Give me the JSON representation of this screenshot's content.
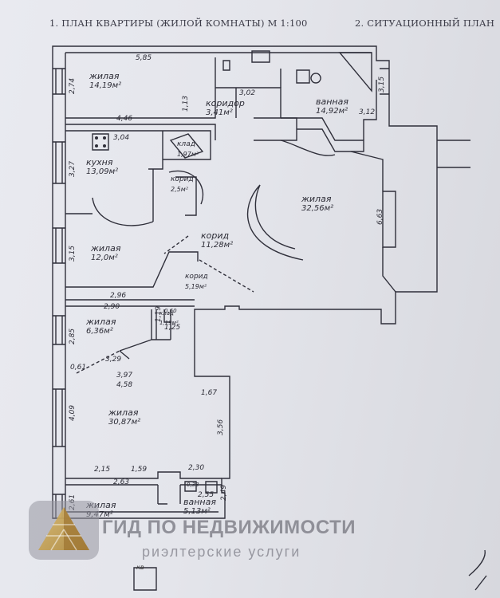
{
  "header": {
    "left": "1. ПЛАН КВАРТИРЫ (ЖИЛОЙ КОМНАТЫ) М 1:100",
    "right": "2. СИТУАЦИОННЫЙ ПЛАН"
  },
  "rooms": [
    {
      "name": "жилая",
      "area": "14,19м²"
    },
    {
      "name": "коридор",
      "area": "3,41м²"
    },
    {
      "name": "ванная",
      "area": "14,92м²"
    },
    {
      "name": "кухня",
      "area": "13,09м²"
    },
    {
      "name": "клад",
      "area": "1,97м²"
    },
    {
      "name": "корид",
      "area": "2,5м²"
    },
    {
      "name": "жилая",
      "area": "32,56м²"
    },
    {
      "name": "корид",
      "area": "11,28м²"
    },
    {
      "name": "жилая",
      "area": "12,0м²"
    },
    {
      "name": "корид",
      "area": "5,19м²"
    },
    {
      "name": "жилая",
      "area": "6,36м²"
    },
    {
      "name": "клад",
      "area": "1,19м²"
    },
    {
      "name": "жилая",
      "area": "30,87м²"
    },
    {
      "name": "жилая",
      "area": "9,47м²"
    },
    {
      "name": "ванная",
      "area": "5,13м²"
    }
  ],
  "dimensions": [
    "5,85",
    "2,74",
    "3,02",
    "1,13",
    "3,15",
    "3,12",
    "4,46",
    "3,04",
    "3,27",
    "6,63",
    "3,15",
    "2,96",
    "2,90",
    "1,19",
    "1,25",
    "2,85",
    "0,61",
    "3,29",
    "3,97",
    "4,58",
    "1,67",
    "4,09",
    "3,56",
    "2,15",
    "1,59",
    "2,30",
    "2,63",
    "2,61",
    "0,33",
    "2,55",
    "2,49",
    "0,60"
  ],
  "watermark": {
    "title": "ГИД ПО НЕДВИЖИМОСТИ",
    "subtitle": "риэлтерские услуги"
  },
  "corner_note": "кв"
}
